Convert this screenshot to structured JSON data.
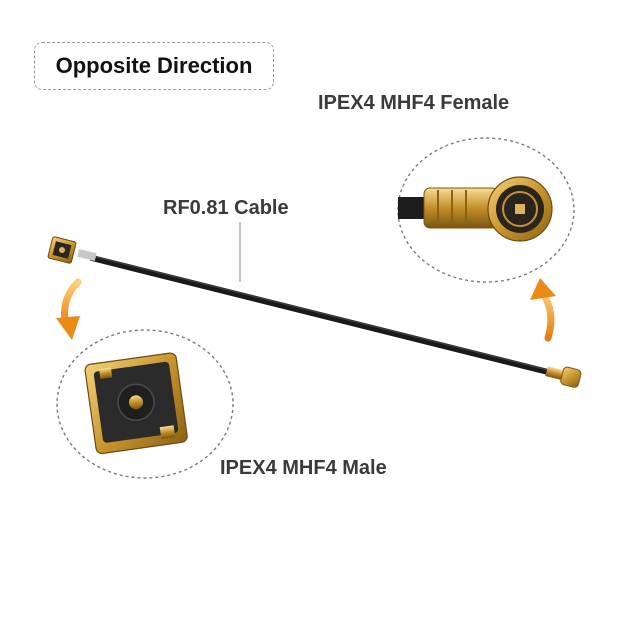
{
  "title": "Opposite Direction",
  "labels": {
    "female": "IPEX4 MHF4 Female",
    "cable": "RF0.81 Cable",
    "male": "IPEX4 MHF4 Male"
  },
  "colors": {
    "accent_arrow": "#f39a1e",
    "cable": "#1a1a1a",
    "gold": "#d4a640",
    "text": "#3a3a3a"
  },
  "icons": {
    "left_arrow": "curved-arrow-down-icon",
    "right_arrow": "curved-arrow-up-icon"
  }
}
